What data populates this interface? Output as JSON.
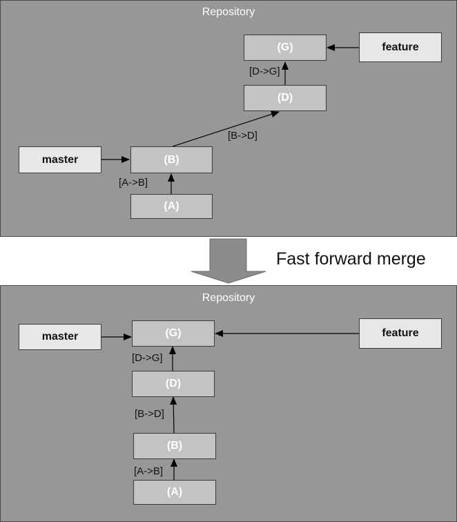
{
  "before": {
    "title": "Repository",
    "nodes": {
      "A": "(A)",
      "B": "(B)",
      "D": "(D)",
      "G": "(G)",
      "master": "master",
      "feature": "feature"
    },
    "edge_labels": {
      "ab": "[A->B]",
      "bd": "[B->D]",
      "dg": "[D->G]"
    }
  },
  "transition": {
    "label": "Fast forward merge"
  },
  "after": {
    "title": "Repository",
    "nodes": {
      "A": "(A)",
      "B": "(B)",
      "D": "(D)",
      "G": "(G)",
      "master": "master",
      "feature": "feature"
    },
    "edge_labels": {
      "ab": "[A->B]",
      "bd": "[B->D]",
      "dg": "[D->G]"
    }
  },
  "colors": {
    "panel": "#979797",
    "commit": "#c3c3c3",
    "branch": "#e7e7e7",
    "arrow": "#8c8c8c"
  }
}
